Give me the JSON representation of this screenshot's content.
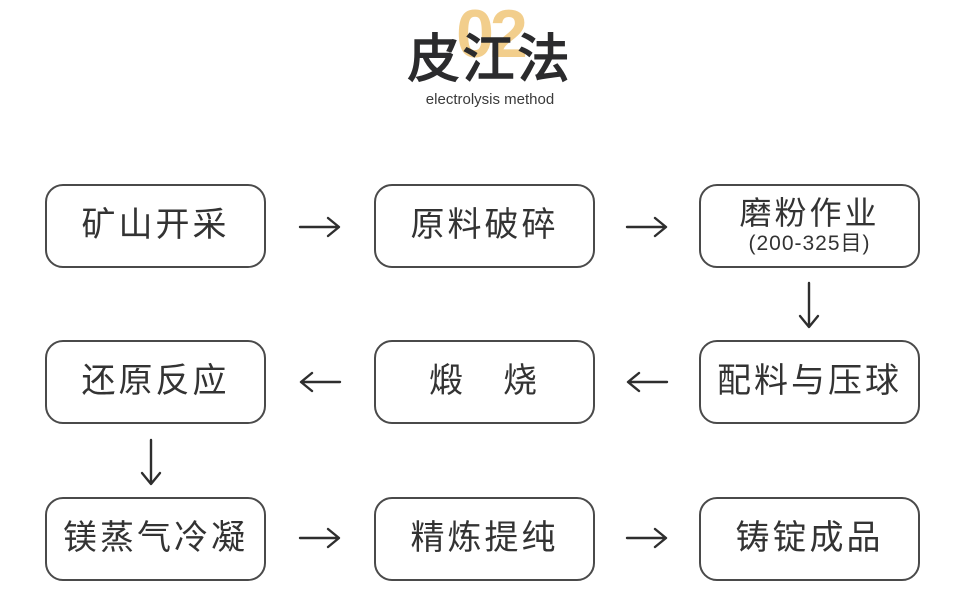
{
  "header": {
    "step_number": "02",
    "title": "皮江法",
    "subtitle": "electrolysis method"
  },
  "colors": {
    "accent_yellow": "#F2CE8C",
    "title_dark": "#2B2B2D",
    "box_border": "#4A4A4A",
    "box_text": "#333333",
    "arrow": "#2E2E2E",
    "background": "#FFFFFF"
  },
  "flow": {
    "nodes": [
      {
        "label": "矿山开采"
      },
      {
        "label": "原料破碎"
      },
      {
        "label": "磨粉作业",
        "sublabel": "(200-325目)"
      },
      {
        "label": "配料与压球"
      },
      {
        "label": "煅　烧"
      },
      {
        "label": "还原反应"
      },
      {
        "label": "镁蒸气冷凝"
      },
      {
        "label": "精炼提纯"
      },
      {
        "label": "铸锭成品"
      }
    ],
    "connections": [
      {
        "from": "矿山开采",
        "to": "原料破碎",
        "direction": "right"
      },
      {
        "from": "原料破碎",
        "to": "磨粉作业",
        "direction": "right"
      },
      {
        "from": "磨粉作业",
        "to": "配料与压球",
        "direction": "down"
      },
      {
        "from": "配料与压球",
        "to": "煅烧",
        "direction": "left"
      },
      {
        "from": "煅烧",
        "to": "还原反应",
        "direction": "left"
      },
      {
        "from": "还原反应",
        "to": "镁蒸气冷凝",
        "direction": "down"
      },
      {
        "from": "镁蒸气冷凝",
        "to": "精炼提纯",
        "direction": "right"
      },
      {
        "from": "精炼提纯",
        "to": "铸锭成品",
        "direction": "right"
      }
    ]
  }
}
